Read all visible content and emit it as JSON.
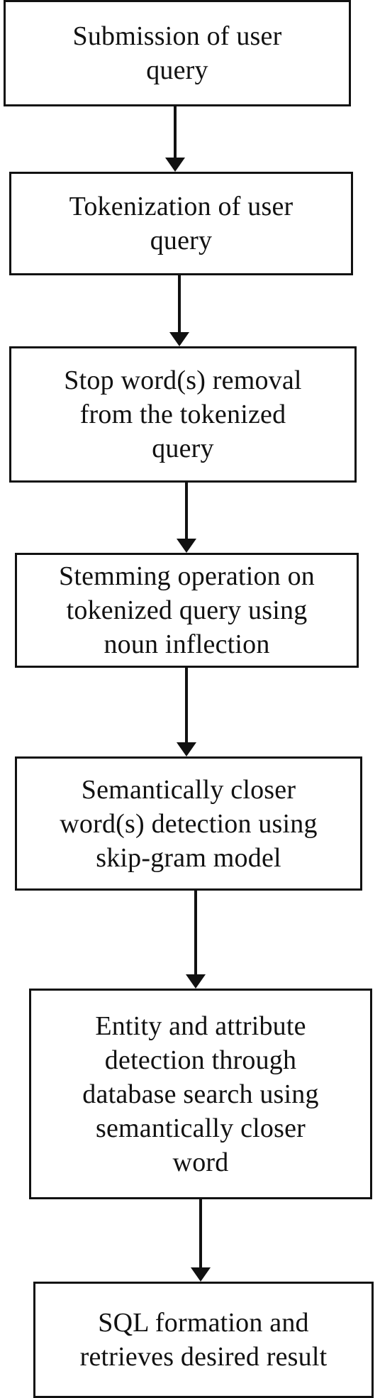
{
  "flowchart": {
    "steps": [
      {
        "text": "Submission of user\nquery"
      },
      {
        "text": "Tokenization of user\nquery"
      },
      {
        "text": "Stop word(s) removal\nfrom the tokenized\nquery"
      },
      {
        "text": "Stemming operation on\ntokenized query using\nnoun inflection"
      },
      {
        "text": "Semantically closer\nword(s) detection using\nskip-gram model"
      },
      {
        "text": "Entity and attribute\ndetection through\ndatabase search using\nsemantically closer\nword"
      },
      {
        "text": "SQL formation and\nretrieves desired result"
      }
    ],
    "colors": {
      "stroke": "#111111",
      "background": "#ffffff"
    }
  }
}
